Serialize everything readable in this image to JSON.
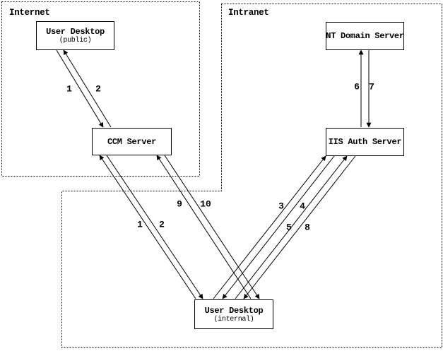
{
  "diagram": {
    "title_visible": false,
    "colors": {
      "line": "#000000",
      "background": "#ffffff",
      "text": "#000000"
    },
    "zones": {
      "internet": {
        "label": "Internet"
      },
      "intranet": {
        "label": "Intranet"
      }
    },
    "nodes": {
      "user_desktop_public": {
        "title": "User Desktop",
        "subtitle": "(public)"
      },
      "ccm_server": {
        "title": "CCM Server"
      },
      "nt_domain_server": {
        "title": "NT Domain Server"
      },
      "iis_auth_server": {
        "title": "IIS Auth Server"
      },
      "user_desktop_internal": {
        "title": "User Desktop",
        "subtitle": "(internal)"
      }
    },
    "edge_labels": {
      "l1a": "1",
      "l2a": "2",
      "l1b": "1",
      "l2b": "2",
      "l9": "9",
      "l10": "10",
      "l3": "3",
      "l4": "4",
      "l5": "5",
      "l8": "8",
      "l6": "6",
      "l7": "7"
    },
    "edges": [
      {
        "label": "1",
        "from": "user_desktop_public",
        "to": "ccm_server"
      },
      {
        "label": "2",
        "from": "ccm_server",
        "to": "user_desktop_public"
      },
      {
        "label": "1",
        "from": "user_desktop_internal",
        "to": "ccm_server"
      },
      {
        "label": "2",
        "from": "ccm_server",
        "to": "user_desktop_internal"
      },
      {
        "label": "9",
        "from": "user_desktop_internal",
        "to": "ccm_server"
      },
      {
        "label": "10",
        "from": "ccm_server",
        "to": "user_desktop_internal"
      },
      {
        "label": "3",
        "from": "user_desktop_internal",
        "to": "iis_auth_server"
      },
      {
        "label": "4",
        "from": "iis_auth_server",
        "to": "user_desktop_internal"
      },
      {
        "label": "5",
        "from": "user_desktop_internal",
        "to": "iis_auth_server"
      },
      {
        "label": "8",
        "from": "iis_auth_server",
        "to": "user_desktop_internal"
      },
      {
        "label": "6",
        "from": "iis_auth_server",
        "to": "nt_domain_server"
      },
      {
        "label": "7",
        "from": "nt_domain_server",
        "to": "iis_auth_server"
      }
    ]
  }
}
